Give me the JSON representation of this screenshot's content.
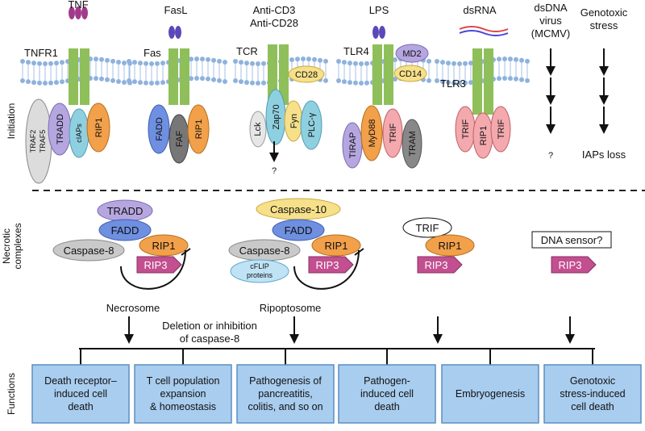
{
  "sections": {
    "initiation": "Initiation",
    "necrotic": [
      "Necrotic",
      "complexes"
    ],
    "functions": "Functions"
  },
  "stimuli": {
    "tnf": "TNF",
    "fasl": "FasL",
    "anticd3": "Anti-CD3",
    "anticd28": "Anti-CD28",
    "lps": "LPS",
    "dsrna": "dsRNA",
    "dsdna": [
      "dsDNA",
      "virus",
      "(MCMV)"
    ],
    "genotoxic": [
      "Genotoxic",
      "stress"
    ]
  },
  "receptors": {
    "tnfr1": "TNFR1",
    "fas": "Fas",
    "tcr": "TCR",
    "tlr4": "TLR4",
    "tlr3": "TLR3",
    "cd28": "CD28",
    "md2": "MD2",
    "cd14": "CD14"
  },
  "adaptors": {
    "traf": [
      "TRAF2",
      "TRAF5"
    ],
    "tradd": "TRADD",
    "ciaps": "cIAPs",
    "rip1": "RIP1",
    "fadd": "FADD",
    "faf": "FAF",
    "lck": "Lck",
    "zap70": "Zap70",
    "fyn": "Fyn",
    "plcg": "PLC-γ",
    "tirap": "TIRAP",
    "myd88": "MyD88",
    "trif": "TRIF",
    "tram": "TRAM",
    "question": "?",
    "iaps_loss": "IAPs loss"
  },
  "complexes": {
    "tradd": "TRADD",
    "fadd": "FADD",
    "caspase8": "Caspase-8",
    "rip1": "RIP1",
    "rip3": "RIP3",
    "caspase10": "Caspase-10",
    "cflip": [
      "cFLIP",
      "proteins"
    ],
    "trif": "TRIF",
    "dna_sensor": "DNA sensor?",
    "necrosome": "Necrosome",
    "ripoptosome": "Ripoptosome",
    "deletion": [
      "Deletion or inhibition",
      "of caspase-8"
    ]
  },
  "functions": [
    [
      "Death receptor–",
      "induced cell",
      "death"
    ],
    [
      "T cell population",
      "expansion",
      "& homeostasis"
    ],
    [
      "Pathogenesis of",
      "pancreatitis,",
      "colitis, and so on"
    ],
    [
      "Pathogen-",
      "induced cell",
      "death"
    ],
    [
      "Embryogenesis"
    ],
    [
      "Genotoxic",
      "stress-induced",
      "cell death"
    ]
  ],
  "colors": {
    "membrane": "#8fb2dd",
    "receptor": "#8fbf5a",
    "lavender": "#b6a6e0",
    "blue": "#6f8fe0",
    "grey": "#c9c9c9",
    "orange": "#f2a04a",
    "teal": "#8fd0e0",
    "pink": "#f3a9ad",
    "yellow": "#f6e08a",
    "rip3": "#c24f8f",
    "function_box": "#a9cdef"
  }
}
